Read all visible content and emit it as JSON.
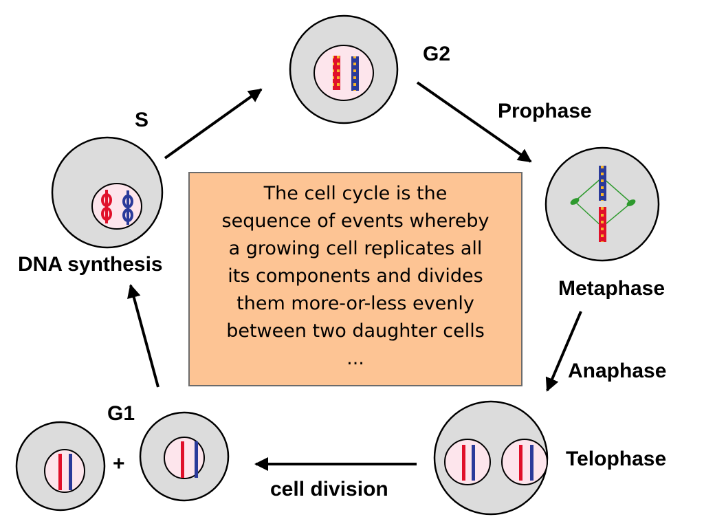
{
  "labels": {
    "s": "S",
    "g2": "G2",
    "prophase": "Prophase",
    "dna_synthesis": "DNA synthesis",
    "metaphase": "Metaphase",
    "anaphase": "Anaphase",
    "g1": "G1",
    "plus": "+",
    "telophase": "Telophase",
    "cell_division": "cell division"
  },
  "description": {
    "lines": [
      "The cell cycle is the",
      "sequence of events whereby",
      "a growing cell replicates all",
      "its components and divides",
      "them more-or-less evenly",
      "between two daughter cells",
      "..."
    ]
  },
  "colors": {
    "cell_fill": "#dcdcdc",
    "nucleus_fill": "#fde5ec",
    "chromosome_red": "#e0102a",
    "chromosome_blue": "#2b3a9a",
    "replicated_stripe": "#f7b52a",
    "spindle": "#2e9a2e",
    "box_fill": "#fdc494"
  }
}
